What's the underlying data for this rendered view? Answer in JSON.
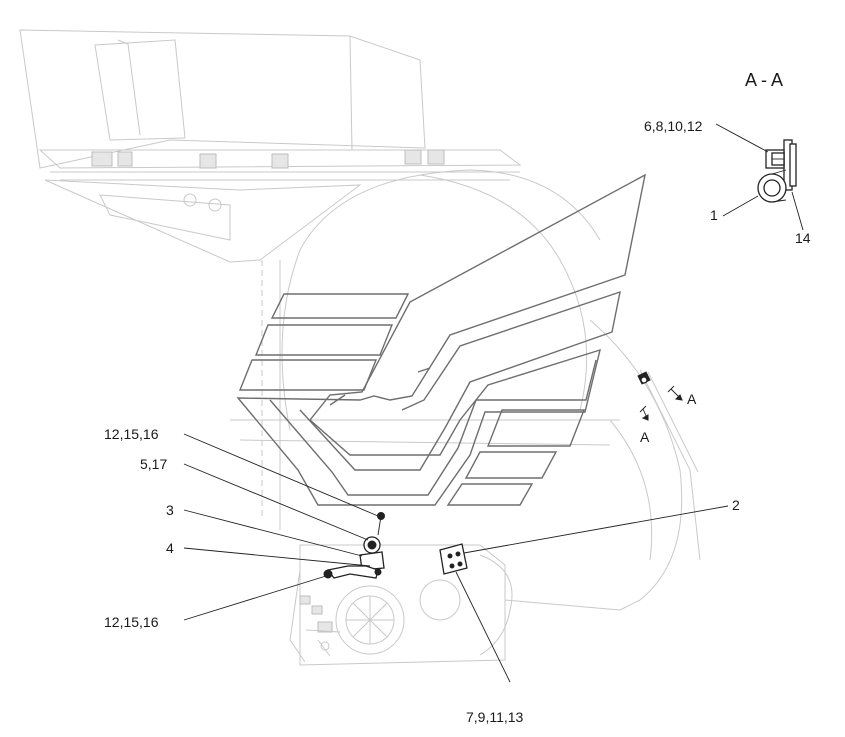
{
  "view_title": "A - A",
  "section_marker": "A",
  "callouts": {
    "inset_fasteners": "6,8,10,12",
    "inset_part_1": "1",
    "inset_part_14": "14",
    "part_2": "2",
    "fasteners_upper": "12,15,16",
    "part_5_17": "5,17",
    "part_3": "3",
    "part_4": "4",
    "fasteners_lower": "12,15,16",
    "fasteners_bracket": "7,9,11,13"
  },
  "colors": {
    "line_dark": "#222222",
    "logo_outline": "#6e6e6e",
    "ghost_line": "#c9c9c9"
  }
}
